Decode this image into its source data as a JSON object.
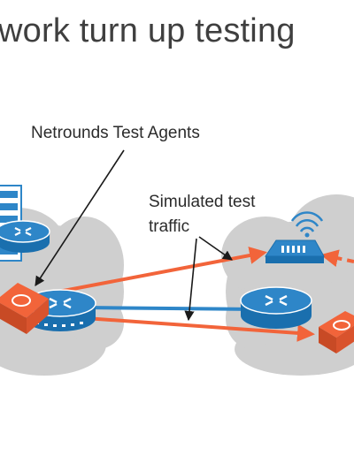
{
  "title": "work turn up testing",
  "labels": {
    "agents": "Netrounds Test Agents",
    "traffic_line1": "Simulated test",
    "traffic_line2": "traffic"
  },
  "colors": {
    "cloud": "#cfcfcf",
    "orange": "#f2643a",
    "blue": "#2e86c8",
    "router_blue": "#1f7fc4",
    "text": "#3f3f3f"
  },
  "nodes": [
    {
      "name": "server-rack-icon"
    },
    {
      "name": "router-icon-left-top"
    },
    {
      "name": "router-icon-left-main"
    },
    {
      "name": "router-icon-right"
    },
    {
      "name": "wifi-access-point-icon"
    },
    {
      "name": "test-agent-icon-left"
    },
    {
      "name": "test-agent-icon-right"
    }
  ]
}
